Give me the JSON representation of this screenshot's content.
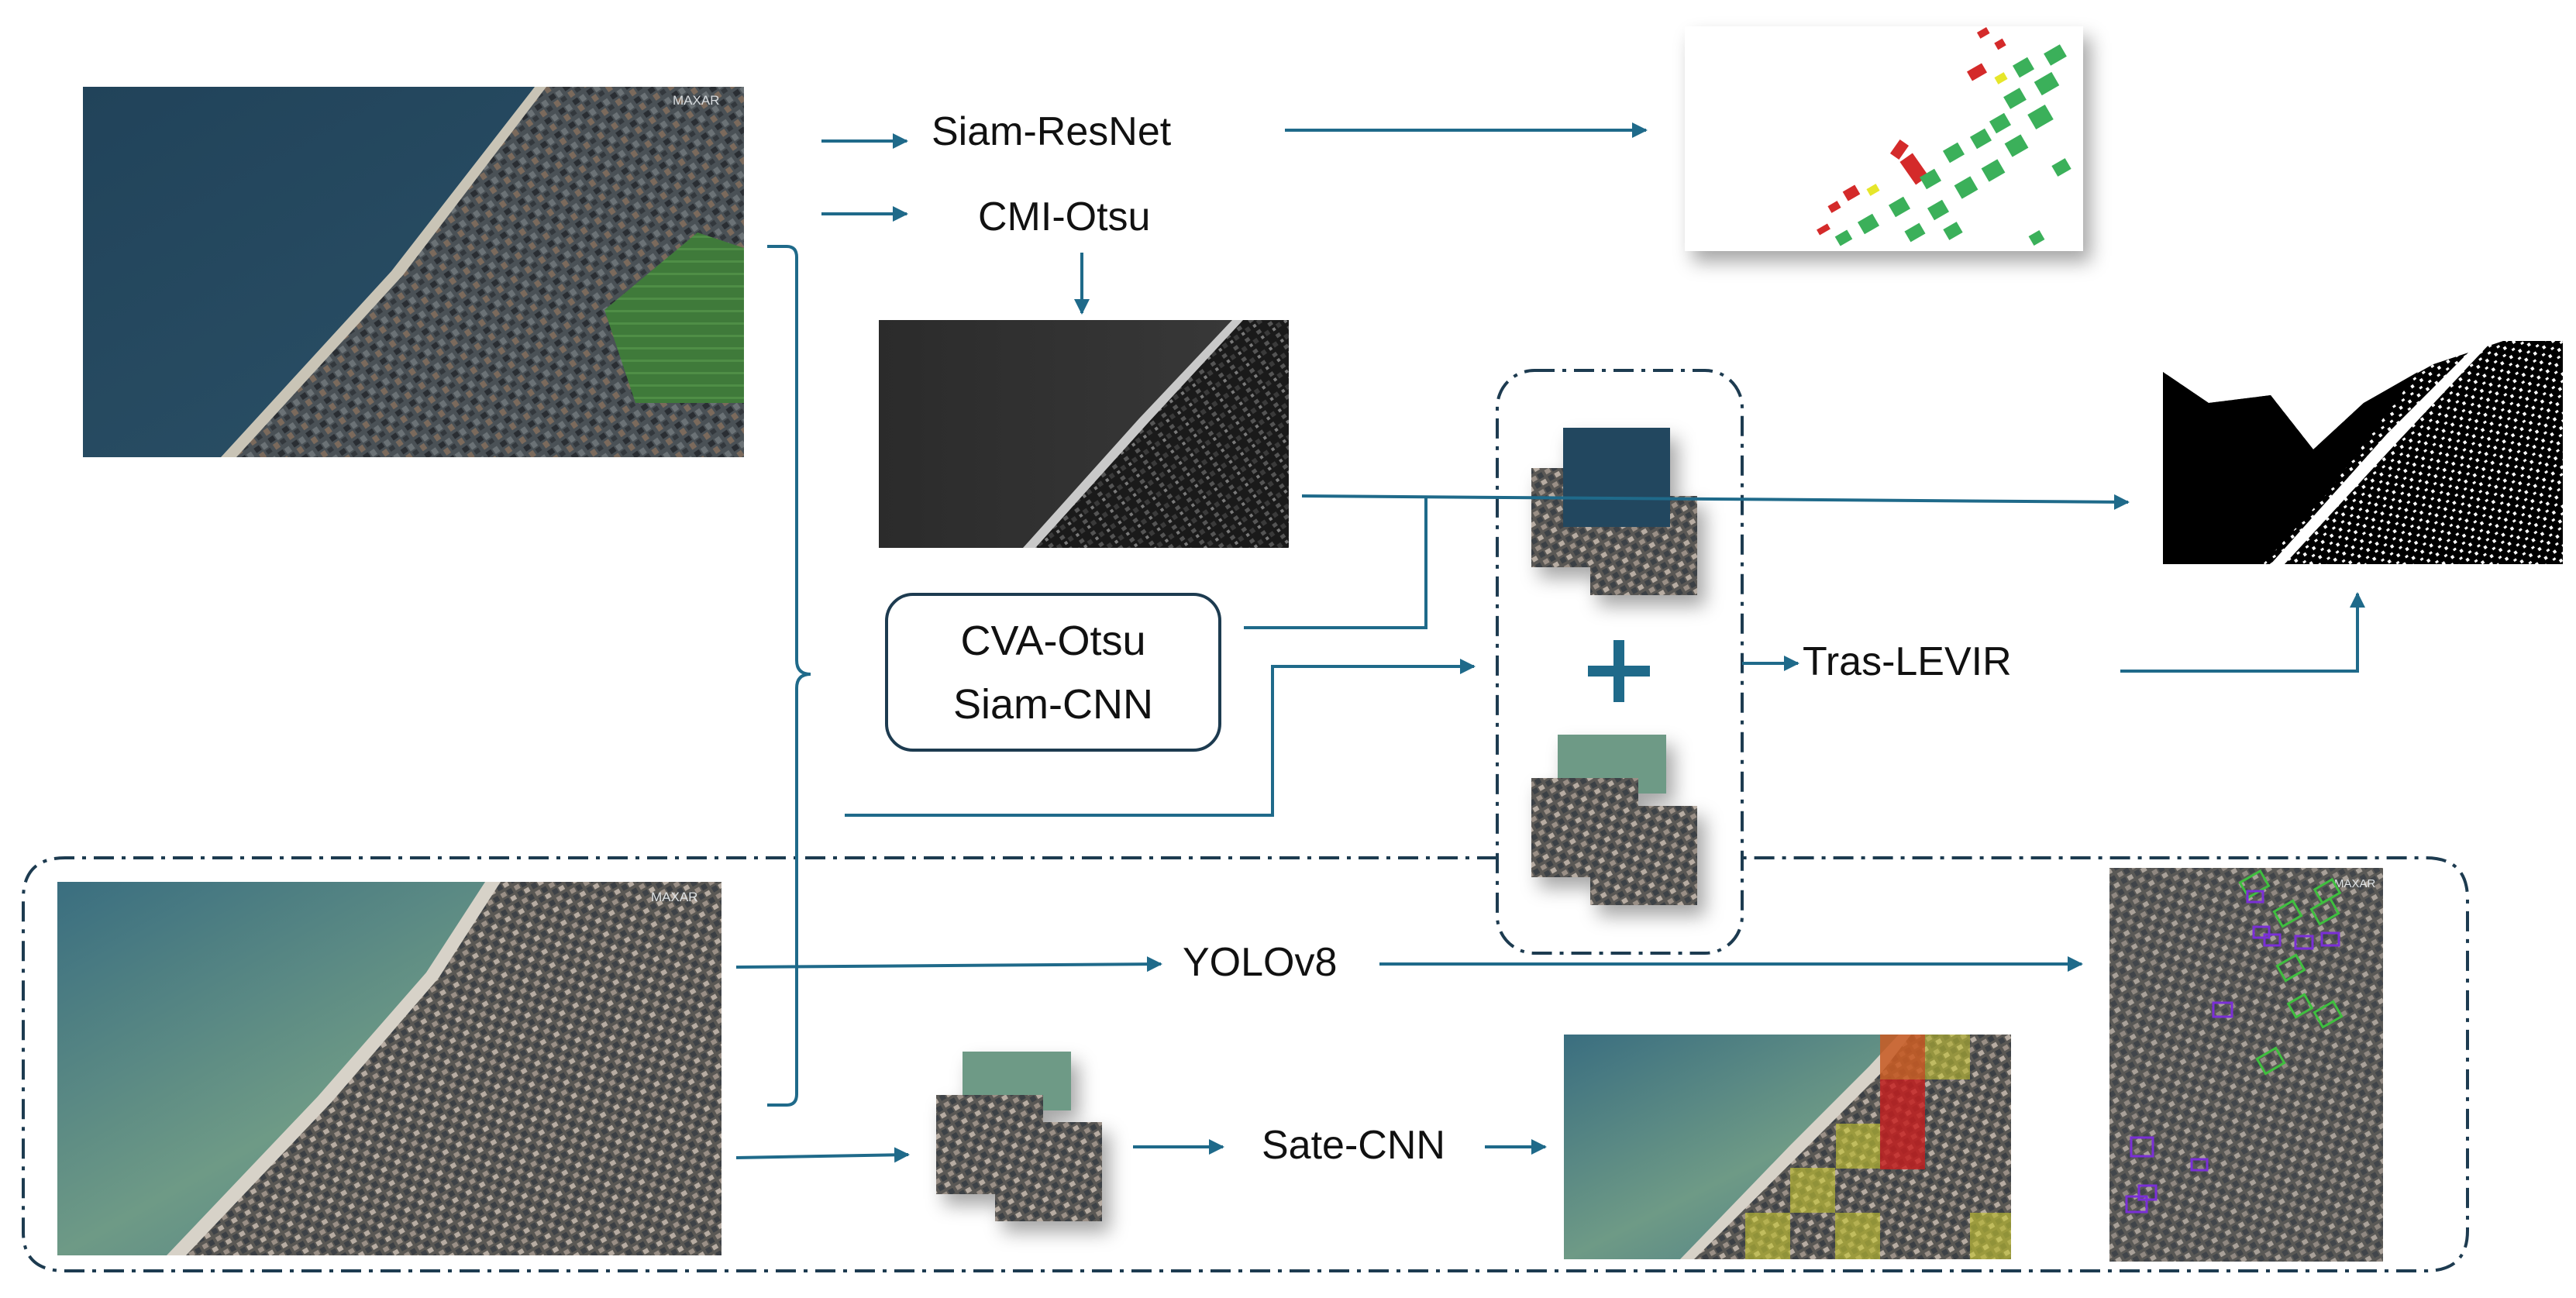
{
  "methods": {
    "siam_resnet": "Siam-ResNet",
    "cmi_otsu": "CMI-Otsu",
    "cva_otsu": "CVA-Otsu",
    "siam_cnn": "Siam-CNN",
    "tras_levir": "Tras-LEVIR",
    "yolov8": "YOLOv8",
    "sate_cnn": "Sate-CNN"
  },
  "image_labels": {
    "top_input_watermark": "MAXAR",
    "bottom_input_watermark": "MAXAR",
    "yolo_output_watermark": "MAXAR"
  },
  "colors": {
    "arrow": "#1f6a8a",
    "bracket": "#1f6a8a",
    "dashed_frame": "#1d3b50",
    "sea_dark": "#284a62",
    "sea_light": "#5f8d82",
    "damage_red": "#d42a2a",
    "damage_yellow": "#e6e62a",
    "no_damage_green": "#3bb05a",
    "detect_purple": "#7a2fd6",
    "detect_green": "#3fbf3f"
  }
}
